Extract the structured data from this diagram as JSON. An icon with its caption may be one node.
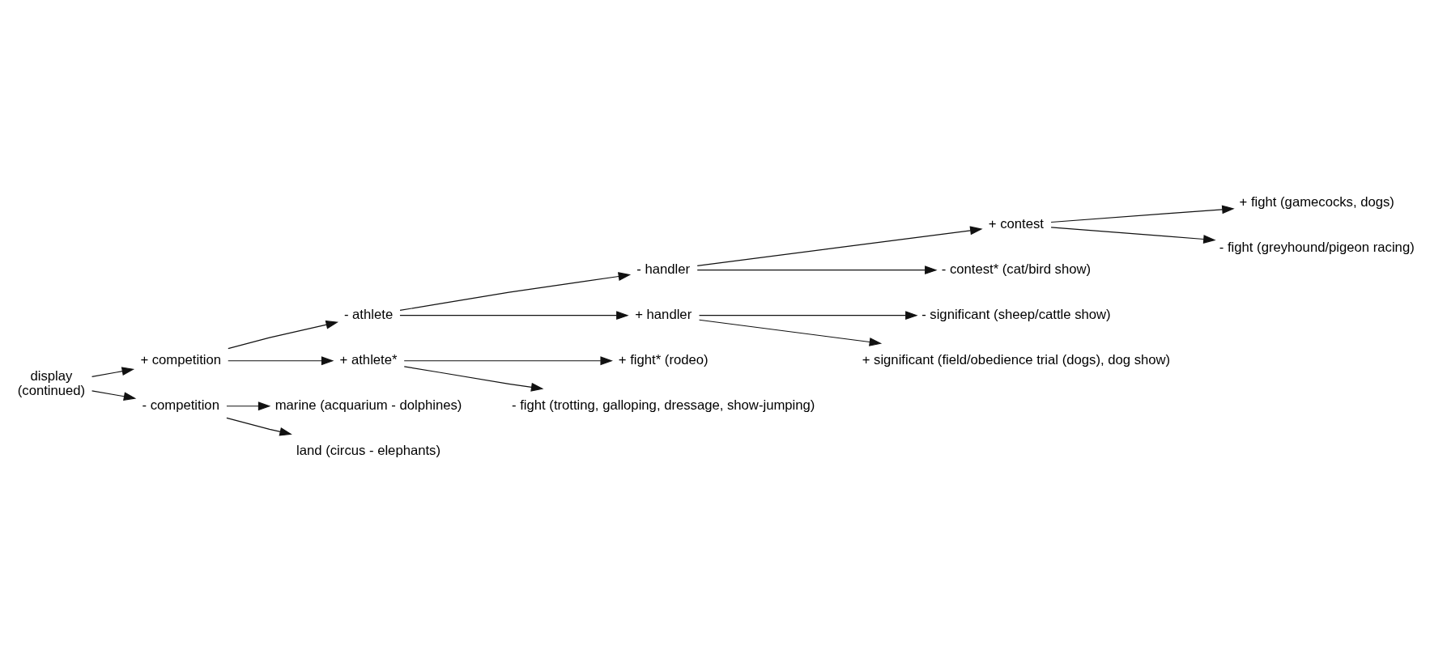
{
  "diagram": {
    "nodes": [
      {
        "text": [
          "display",
          "(continued)"
        ]
      },
      {
        "text": [
          "+ competition"
        ]
      },
      {
        "text": [
          "- competition"
        ]
      },
      {
        "text": [
          "- athlete"
        ]
      },
      {
        "text": [
          "+ athlete*"
        ]
      },
      {
        "text": [
          "- handler"
        ]
      },
      {
        "text": [
          "+ handler"
        ]
      },
      {
        "text": [
          "+ contest"
        ]
      },
      {
        "text": [
          "- contest* (cat/bird show)"
        ]
      },
      {
        "text": [
          "+ fight (gamecocks, dogs)"
        ]
      },
      {
        "text": [
          "- fight (greyhound/pigeon racing)"
        ]
      },
      {
        "text": [
          "- significant (sheep/cattle show)"
        ]
      },
      {
        "text": [
          "+ significant (field/obedience trial (dogs), dog show)"
        ]
      },
      {
        "text": [
          "+ fight* (rodeo)"
        ]
      },
      {
        "text": [
          "- fight (trotting, galloping, dressage, show-jumping)"
        ]
      },
      {
        "text": [
          "marine (acquarium - dolphines)"
        ]
      },
      {
        "text": [
          "land (circus - elephants)"
        ]
      }
    ],
    "edges": [
      {
        "from": 0,
        "to": 1,
        "arrow": "to"
      },
      {
        "from": 0,
        "to": 2,
        "arrow": "to"
      },
      {
        "from": 1,
        "to": 3,
        "arrow": "to"
      },
      {
        "from": 1,
        "to": 4,
        "arrow": "to"
      },
      {
        "from": 3,
        "to": 5,
        "arrow": "to"
      },
      {
        "from": 3,
        "to": 6,
        "arrow": "to"
      },
      {
        "from": 5,
        "to": 7,
        "arrow": "to"
      },
      {
        "from": 5,
        "to": 8,
        "arrow": "to"
      },
      {
        "from": 7,
        "to": 9,
        "arrow": "to"
      },
      {
        "from": 7,
        "to": 10,
        "arrow": "to"
      },
      {
        "from": 6,
        "to": 11,
        "arrow": "to"
      },
      {
        "from": 6,
        "to": 12,
        "arrow": "to"
      },
      {
        "from": 4,
        "to": 13,
        "arrow": "to"
      },
      {
        "from": 4,
        "to": 14,
        "arrow": "to"
      },
      {
        "from": 2,
        "to": 15,
        "arrow": "to"
      },
      {
        "from": 2,
        "to": 16,
        "arrow": "to"
      }
    ]
  }
}
